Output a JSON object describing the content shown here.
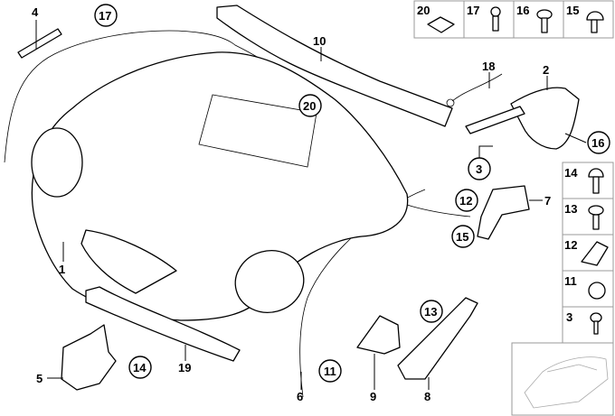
{
  "diagram": {
    "callouts": {
      "p1": "1",
      "p2": "2",
      "p4": "4",
      "p5": "5",
      "p6": "6",
      "p7": "7",
      "p8": "8",
      "p9": "9",
      "p10": "10",
      "p18": "18",
      "p19": "19",
      "c3": "3",
      "c11": "11",
      "c12": "12",
      "c13": "13",
      "c14": "14",
      "c15": "15",
      "c16": "16",
      "c17": "17",
      "c20": "20"
    },
    "legend_top": [
      "20",
      "17",
      "16",
      "15"
    ],
    "legend_side": [
      "14",
      "13",
      "12",
      "11",
      "3"
    ]
  }
}
